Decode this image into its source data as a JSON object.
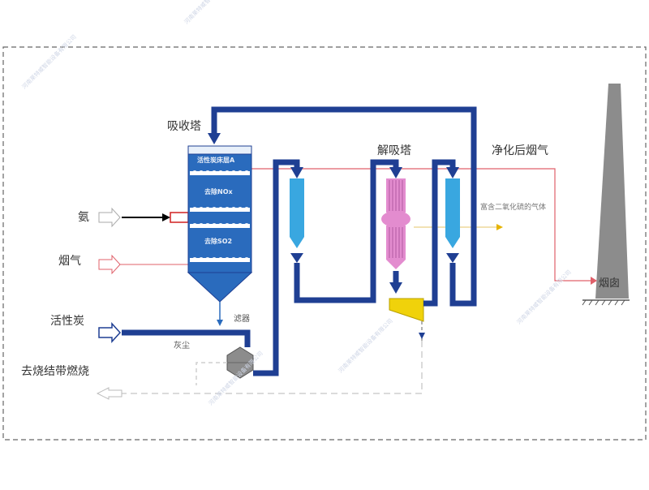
{
  "labels": {
    "absorber": "吸收塔",
    "desorber": "解吸塔",
    "clean_gas": "净化后烟气",
    "rich_so2": "富含二氧化硫的气体",
    "chimney": "烟囱",
    "ammonia": "氨",
    "flue_gas": "烟气",
    "activated_carbon": "活性炭",
    "to_sinter": "去烧结带燃烧",
    "screen": "滤器",
    "ash": "灰尘",
    "layer_top": "活性炭床层A",
    "layer_mid": "去除NOx",
    "layer_low": "去除SO2"
  },
  "watermark": "河南莱特威智能设备有限公司",
  "colors": {
    "pipe_blue": "#1f3f93",
    "tower_blue": "#2a6bbd",
    "cyclone_blue": "#39a7e0",
    "desorber_pink": "#e38ccf",
    "flue_red": "#e0606a",
    "feeder_yellow": "#f0d20b",
    "chimney_gray": "#8c8c8c",
    "dashed_border": "#666666"
  }
}
